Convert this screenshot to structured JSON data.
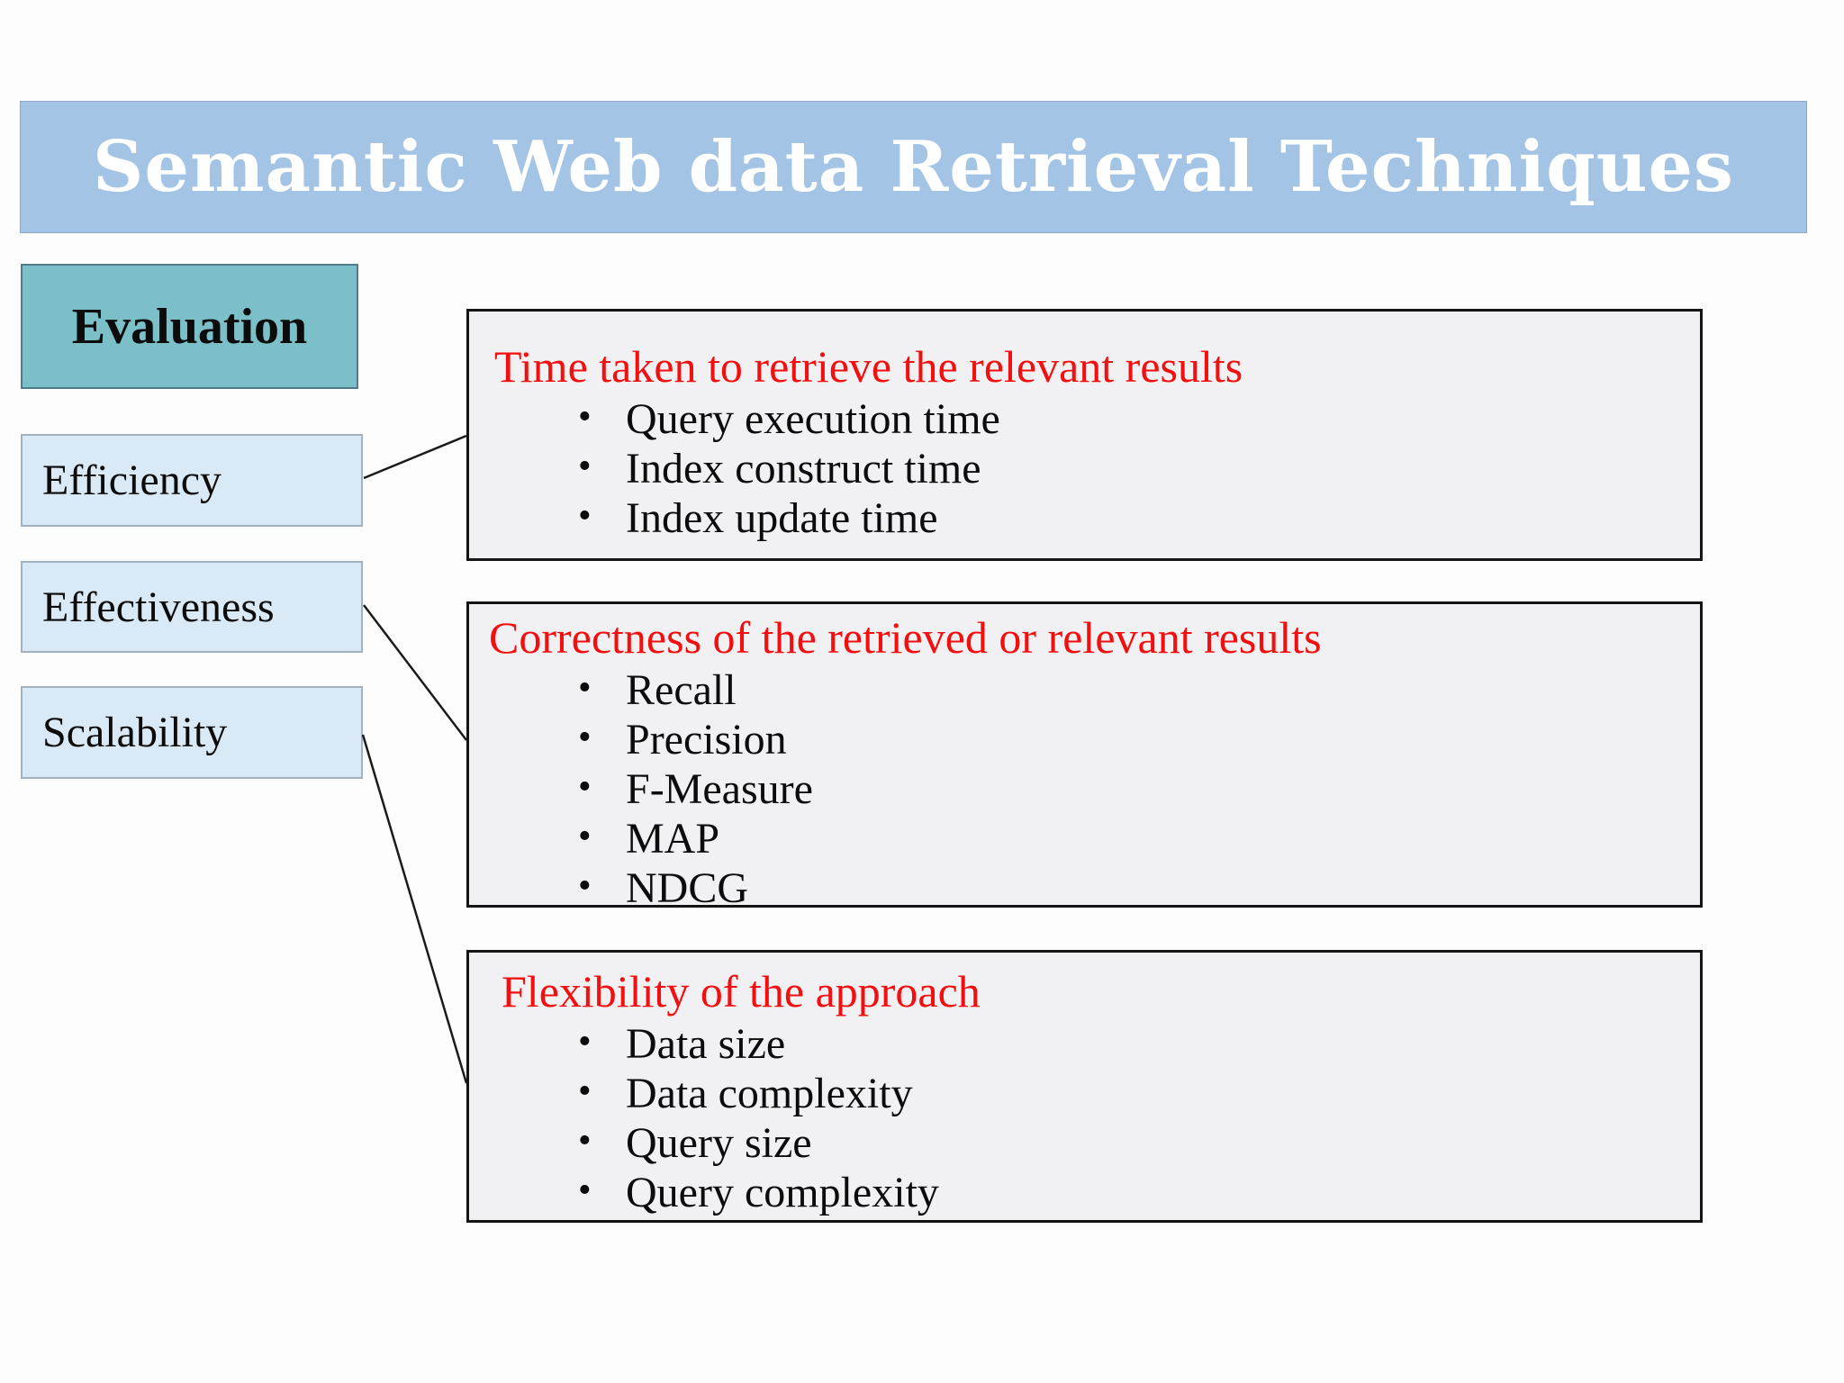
{
  "title": "Semantic Web data Retrieval Techniques",
  "sidebar": {
    "header": "Evaluation",
    "items": [
      "Efficiency",
      "Effectiveness",
      "Scalability"
    ]
  },
  "panels": [
    {
      "heading": "Time taken to retrieve the relevant results",
      "bullets": [
        "Query execution time",
        "Index construct time",
        "Index update time"
      ]
    },
    {
      "heading": "Correctness of the retrieved or relevant results",
      "bullets": [
        "Recall",
        "Precision",
        "F-Measure",
        "MAP",
        "NDCG"
      ]
    },
    {
      "heading": "Flexibility of the approach",
      "bullets": [
        "Data size",
        "Data complexity",
        "Query size",
        "Query complexity"
      ]
    }
  ],
  "colors": {
    "title_bar": "#a4c4e6",
    "accent_teal": "#7bc0c9",
    "label_blue": "#d9e9f6",
    "panel_gray": "#f1f0f2",
    "heading_red": "#f20f0f"
  }
}
